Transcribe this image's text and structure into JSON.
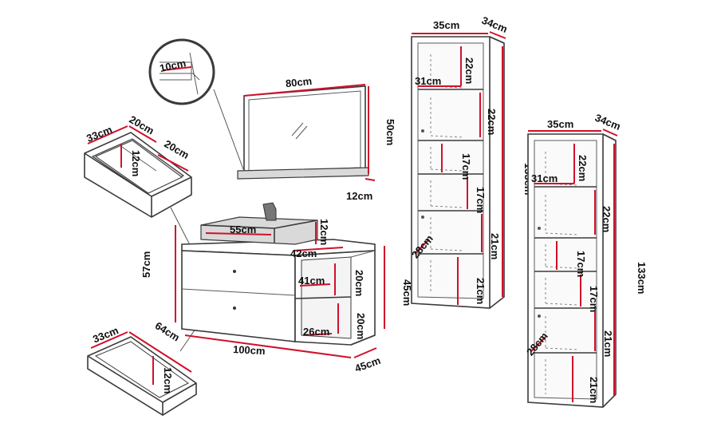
{
  "colors": {
    "outline": "#3a3a3a",
    "shadow": "#d6d6d6",
    "dimension": "#d0112b",
    "text": "#111111"
  },
  "detail_label": "10cm",
  "mirror": {
    "width": "80cm",
    "height": "50cm",
    "shelf_depth": "12cm"
  },
  "top_drawer": {
    "width": "33cm",
    "depth": "20cm",
    "inner_depth": "20cm",
    "inner_height": "12cm"
  },
  "bottom_drawer": {
    "width": "33cm",
    "depth": "64cm",
    "height": "12cm"
  },
  "vanity": {
    "basin_width": "55cm",
    "basin_height": "12cm",
    "basin_depth": "42cm",
    "height": "57cm",
    "width": "100cm",
    "depth": "45cm",
    "side_height": "45cm",
    "shelf_width": "41cm",
    "shelf_depth": "26cm",
    "shelf_height_top": "20cm",
    "shelf_height_bottom": "20cm"
  },
  "tall_cabinet_1": {
    "width": "35cm",
    "depth": "34cm",
    "height": "133cm",
    "inner_width": "31cm",
    "inner_depth": "28cm",
    "shelves": [
      "22cm",
      "22cm",
      "17cm",
      "17cm",
      "21cm",
      "21cm"
    ]
  },
  "tall_cabinet_2": {
    "width": "35cm",
    "depth": "34cm",
    "height": "133cm",
    "inner_width": "31cm",
    "inner_depth": "28cm",
    "shelves": [
      "22cm",
      "22cm",
      "17cm",
      "17cm",
      "21cm",
      "21cm"
    ]
  }
}
